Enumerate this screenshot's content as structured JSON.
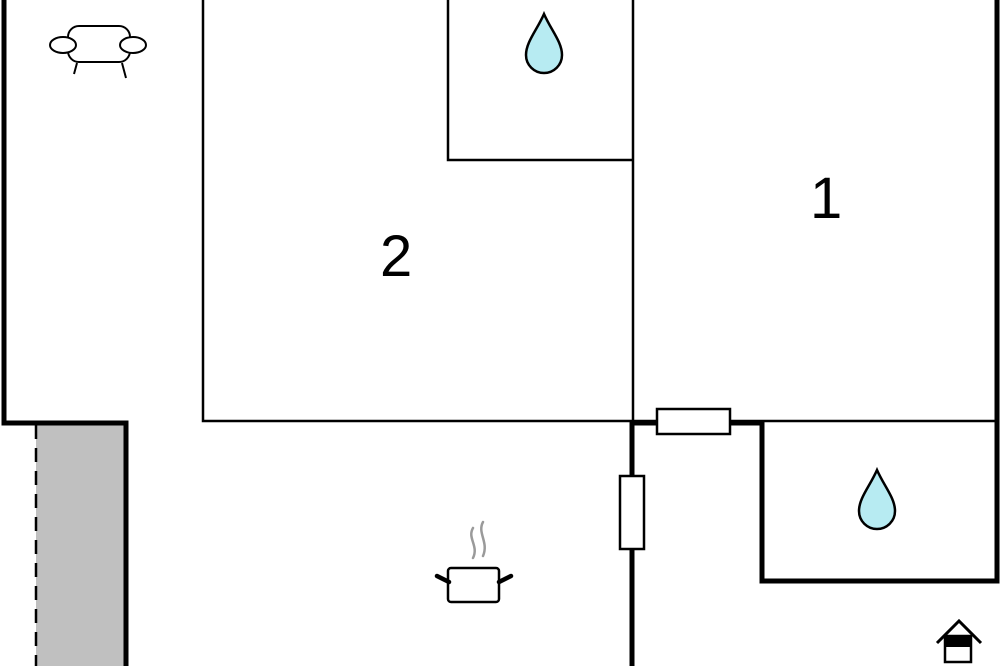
{
  "floorplan": {
    "rooms": [
      {
        "id": "room-1",
        "label": "1"
      },
      {
        "id": "room-2",
        "label": "2"
      }
    ],
    "icons": [
      {
        "name": "sofa-icon",
        "meaning": "living area"
      },
      {
        "name": "water-drop-icon",
        "meaning": "bathroom"
      },
      {
        "name": "cooking-pot-icon",
        "meaning": "kitchen"
      },
      {
        "name": "entrance-house-icon",
        "meaning": "entrance"
      }
    ],
    "colors": {
      "wall": "#000000",
      "water_drop": "#b7ebf2",
      "terrace_fill": "#c0c0c0",
      "steam": "#9a9a9a",
      "background": "#ffffff"
    }
  }
}
